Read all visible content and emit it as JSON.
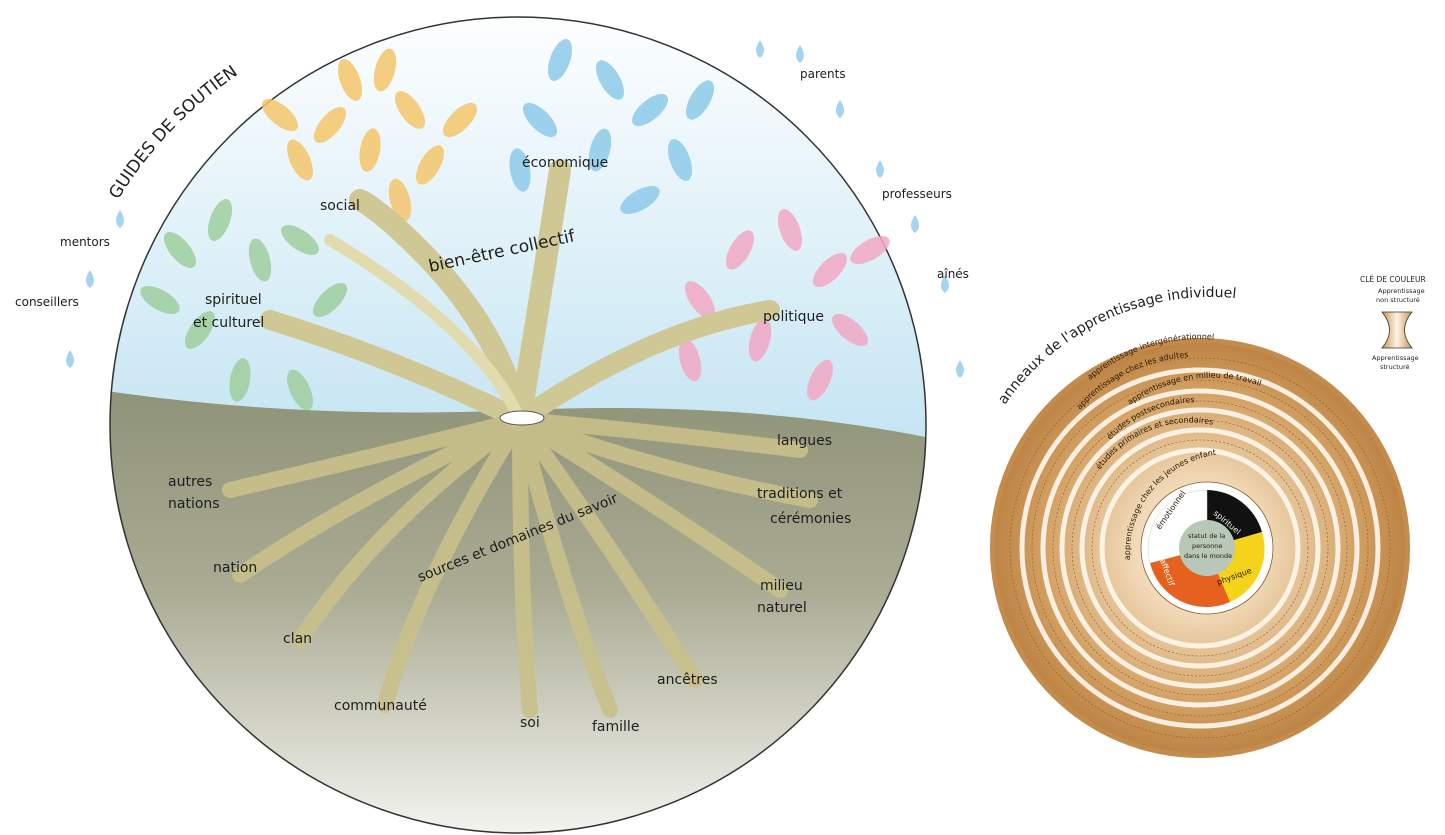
{
  "tree": {
    "arc_title": "GUIDES DE SOUTIEN",
    "support_people": [
      "parents",
      "professeurs",
      "aînés",
      "mentors",
      "conseillers"
    ],
    "branches": [
      "social",
      "économique",
      "spirituel",
      "et culturel",
      "politique"
    ],
    "trunk_label": "bien-être collectif",
    "root_label": "sources et domaines du savoir",
    "roots": [
      "langues",
      "traditions et",
      "cérémonies",
      "autres",
      "nations",
      "milieu",
      "naturel",
      "nation",
      "clan",
      "ancêtres",
      "communauté",
      "soi",
      "famille"
    ]
  },
  "rings": {
    "arc_title": "anneaux de l'apprentissage individuel",
    "ring_labels": [
      "apprentissage intergénérationnel",
      "apprentissage chez les adultes",
      "apprentissage en milieu de travail",
      "études postsecondaires",
      "études primaires et secondaires",
      "apprentissage chez les jeunes enfants"
    ],
    "quadrants": [
      "spirituel",
      "physique",
      "affectif",
      "émotionnel"
    ],
    "center_labels": [
      "statut de la",
      "personne",
      "dans le monde"
    ],
    "key": {
      "title": "CLÉ DE COULEUR",
      "top": [
        "Apprentissage",
        "non structuré"
      ],
      "bottom": [
        "Apprentissage",
        "structuré"
      ]
    }
  },
  "colors": {
    "sky": "#9fd2ea",
    "earth": "#a7a98e",
    "trunk": "#cfc895",
    "leaf_yellow": "#f4c66b",
    "leaf_blue": "#8ecbea",
    "leaf_green": "#9fcf9f",
    "leaf_pink": "#f2a9c4",
    "ring_brown": "#c38b4c",
    "quadrant_black": "#111111",
    "quadrant_yellow": "#f5d31b",
    "quadrant_orange": "#e5611d",
    "quadrant_white": "#ffffff"
  }
}
